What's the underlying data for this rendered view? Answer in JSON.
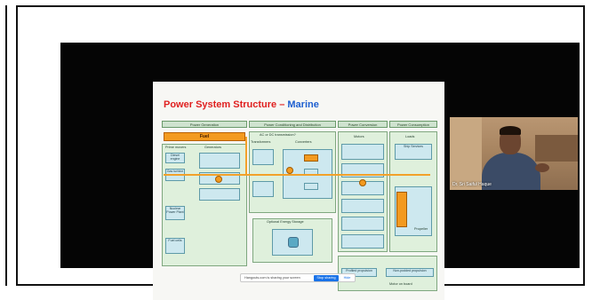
{
  "slide": {
    "title_main": "Power System Structure – ",
    "title_accent": "Marine",
    "columns": [
      "Power Generation",
      "Power Conditioning and Distribution",
      "Power Conversion",
      "Power Consumption"
    ],
    "fuel": "Fuel",
    "ac_dc_question": "AC or DC transmission?",
    "transformers": "Transformers",
    "converters": "Converters",
    "prime_movers": "Prime movers",
    "generators": "Generators",
    "motors": "Motors",
    "loads": "Loads",
    "storage": "Optional Energy Storage",
    "diesel_engine": "Diesel engine",
    "gas_turbine": "Gas turbine",
    "nuclear": "Nuclear Power Plant",
    "fuel_cells": "Fuel cells",
    "propeller": "Propeller",
    "profiled_propulsion": "Profiled propulsion",
    "non_podded": "Non-podded propulsion",
    "motor_on_board": "Motor on board",
    "ship_services": "Ship Services"
  },
  "share_bar": {
    "text": "Hangouts.com is sharing your screen",
    "stop_label": "Stop sharing",
    "hide_label": "Hide"
  },
  "webcam": {
    "name": "Dr. Sri Saiful Haque"
  },
  "colors": {
    "slide_title": "#e02020",
    "title_accent": "#1d5fd0",
    "fuel_bus": "#f39a1f",
    "stop_button": "#1a73e8"
  }
}
